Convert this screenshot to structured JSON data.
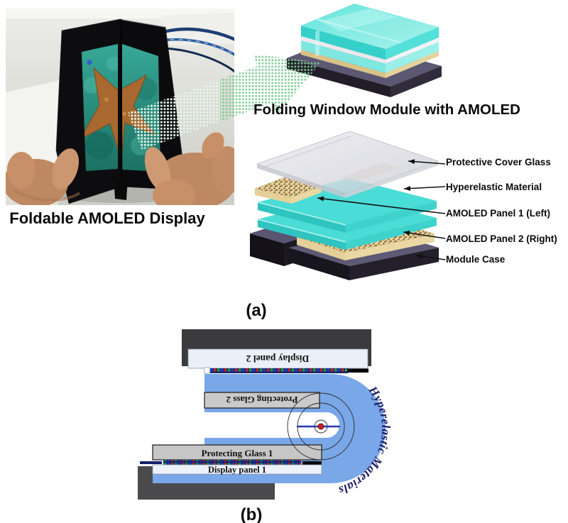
{
  "panel_a": {
    "label": "(a)",
    "photo_caption": "Foldable AMOLED Display",
    "module_title": "Folding Window Module with AMOLED",
    "exploded_labels": [
      "Protective Cover Glass",
      "Hyperelastic Material",
      "AMOLED Panel 1 (Left)",
      "AMOLED Panel 2 (Right)",
      "Module Case"
    ]
  },
  "panel_b": {
    "label": "(b)",
    "display_panel_2": "Display panel 2",
    "protecting_glass_2": "Protecting Glass 2",
    "protecting_glass_1": "Protecting Glass 1",
    "display_panel_1": "Display panel 1",
    "hyperelastic_materials": "Hyperelastic Materials"
  },
  "colors": {
    "hyperelastic_blue": "#79A7E8",
    "amoled_cyan": "#49DED8",
    "elastic_tan": "#E6D29A",
    "module_case_dark": "#2A2733",
    "cover_glass_gray": "#DFDFE6",
    "bend_text_navy": "#1A1A66",
    "bend_center_red": "#C32222"
  }
}
